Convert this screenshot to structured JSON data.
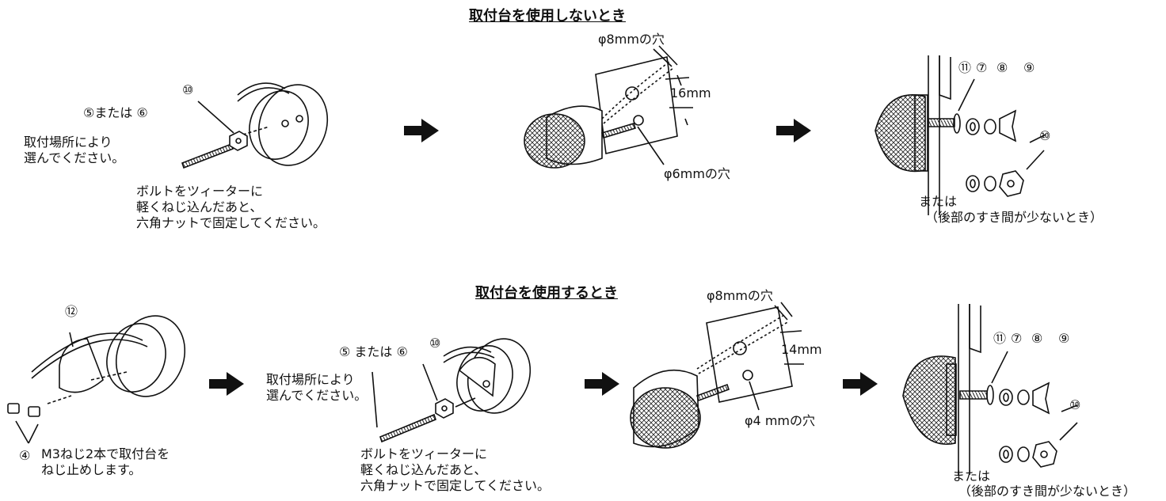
{
  "top": {
    "title": "取付台を使用しないとき",
    "step1": {
      "part_label": "⑤または ⑥",
      "num_10": "⑩",
      "location_line1": "取付場所により",
      "location_line2": "選んでください。",
      "instr_line1": "ボルトをツィーターに",
      "instr_line2": "軽くねじ込んだあと、",
      "instr_line3": "六角ナットで固定してください。"
    },
    "step2": {
      "hole_upper": "φ8mmの穴",
      "distance": "16mm",
      "hole_lower": "φ6mmの穴"
    },
    "step3": {
      "nums": [
        "⑪",
        "⑦",
        "⑧",
        "⑨"
      ],
      "num_10": "⑩",
      "or_label": "または",
      "note": "（後部のすき間が少ないとき）"
    }
  },
  "bottom": {
    "title": "取付台を使用するとき",
    "step0": {
      "num_12": "⑫",
      "num_4": "④",
      "instr_line1": "M3ねじ2本で取付台を",
      "instr_line2": "ねじ止めします。"
    },
    "step1": {
      "part_label": "⑤ または ⑥",
      "num_10": "⑩",
      "location_line1": "取付場所により",
      "location_line2": "選んでください。",
      "instr_line1": "ボルトをツィーターに",
      "instr_line2": "軽くねじ込んだあと、",
      "instr_line3": "六角ナットで固定してください。"
    },
    "step2": {
      "hole_upper": "φ8mmの穴",
      "distance": "14mm",
      "hole_lower": "φ4 mmの穴"
    },
    "step3": {
      "nums": [
        "⑪",
        "⑦",
        "⑧",
        "⑨"
      ],
      "num_10": "⑩",
      "or_label": "または",
      "note": "（後部のすき間が少ないとき）"
    }
  }
}
